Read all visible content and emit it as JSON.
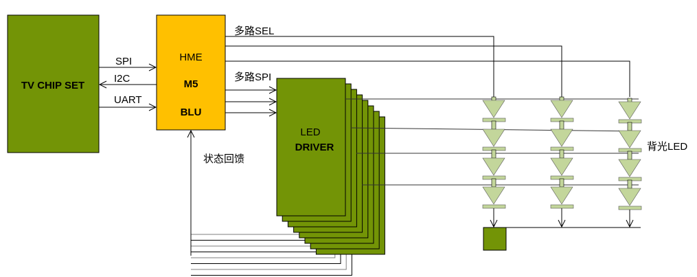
{
  "colors": {
    "block_green": "#739406",
    "mcu_orange": "#FFC000",
    "led_fill": "#C3D69B",
    "line": "#000000",
    "gray_line": "#7F7F7F"
  },
  "tv_chip": {
    "label": "TV CHIP SET"
  },
  "mcu": {
    "line1": "HME",
    "line2": "M5",
    "line3": "BLU"
  },
  "links": {
    "spi": "SPI",
    "i2c": "I2C",
    "uart": "UART"
  },
  "bus_labels": {
    "sel": "多路SEL",
    "spi": "多路SPI",
    "feedback": "状态回馈"
  },
  "driver": {
    "line1": "LED",
    "line2": "DRIVER",
    "stack_count": 8
  },
  "backlight": {
    "label": "背光LED",
    "columns": 3,
    "leds_per_column": 4
  }
}
